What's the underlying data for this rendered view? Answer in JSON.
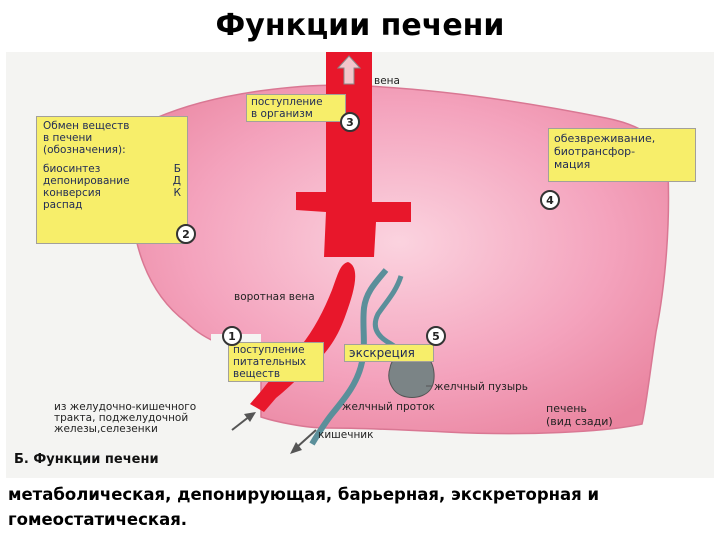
{
  "title": "Функции печени",
  "figure": {
    "vein_label": "вена",
    "portal_vein_label": "воротная вена",
    "gallbladder_label": "желчный пузырь",
    "bile_duct_label": "желчный проток",
    "intestine_label": "кишечник",
    "liver_label_line1": "печень",
    "liver_label_line2": "(вид сзади)",
    "gi_label_line1": "из желудочно-кишечного",
    "gi_label_line2": "тракта, поджелудочной",
    "gi_label_line3": "железы,селезенки",
    "caption": "Б. Функции печени",
    "box_metabolism": {
      "line1": "Обмен веществ",
      "line2": "в печени",
      "line3": "(обозначения):",
      "rows": [
        {
          "name": "биосинтез",
          "code": "Б"
        },
        {
          "name": "депонирование",
          "code": "Д"
        },
        {
          "name": "конверсия",
          "code": "К"
        },
        {
          "name": "распад",
          "code": ""
        }
      ],
      "badge": "2"
    },
    "box_entry": {
      "line1": "поступление",
      "line2": "в организм",
      "badge": "3"
    },
    "box_detox": {
      "line1": "обезвреживание,",
      "line2": "биотрансфор-",
      "line3": "мация",
      "badge": "4"
    },
    "box_nutrients": {
      "line1": "поступление",
      "line2": "питательных",
      "line3": "веществ",
      "badge": "1"
    },
    "box_excretion": {
      "label": "экскреция",
      "badge": "5"
    }
  },
  "bottom_text": "метаболическая, депонирующая, барьерная, экскреторная и гомеостатическая.",
  "colors": {
    "liver_pink": "#f4a3bd",
    "vessel_red": "#e8172b",
    "bile_duct": "#5b8f9a",
    "gallbladder": "#7b8486",
    "box_yellow": "#f7ee6a"
  }
}
